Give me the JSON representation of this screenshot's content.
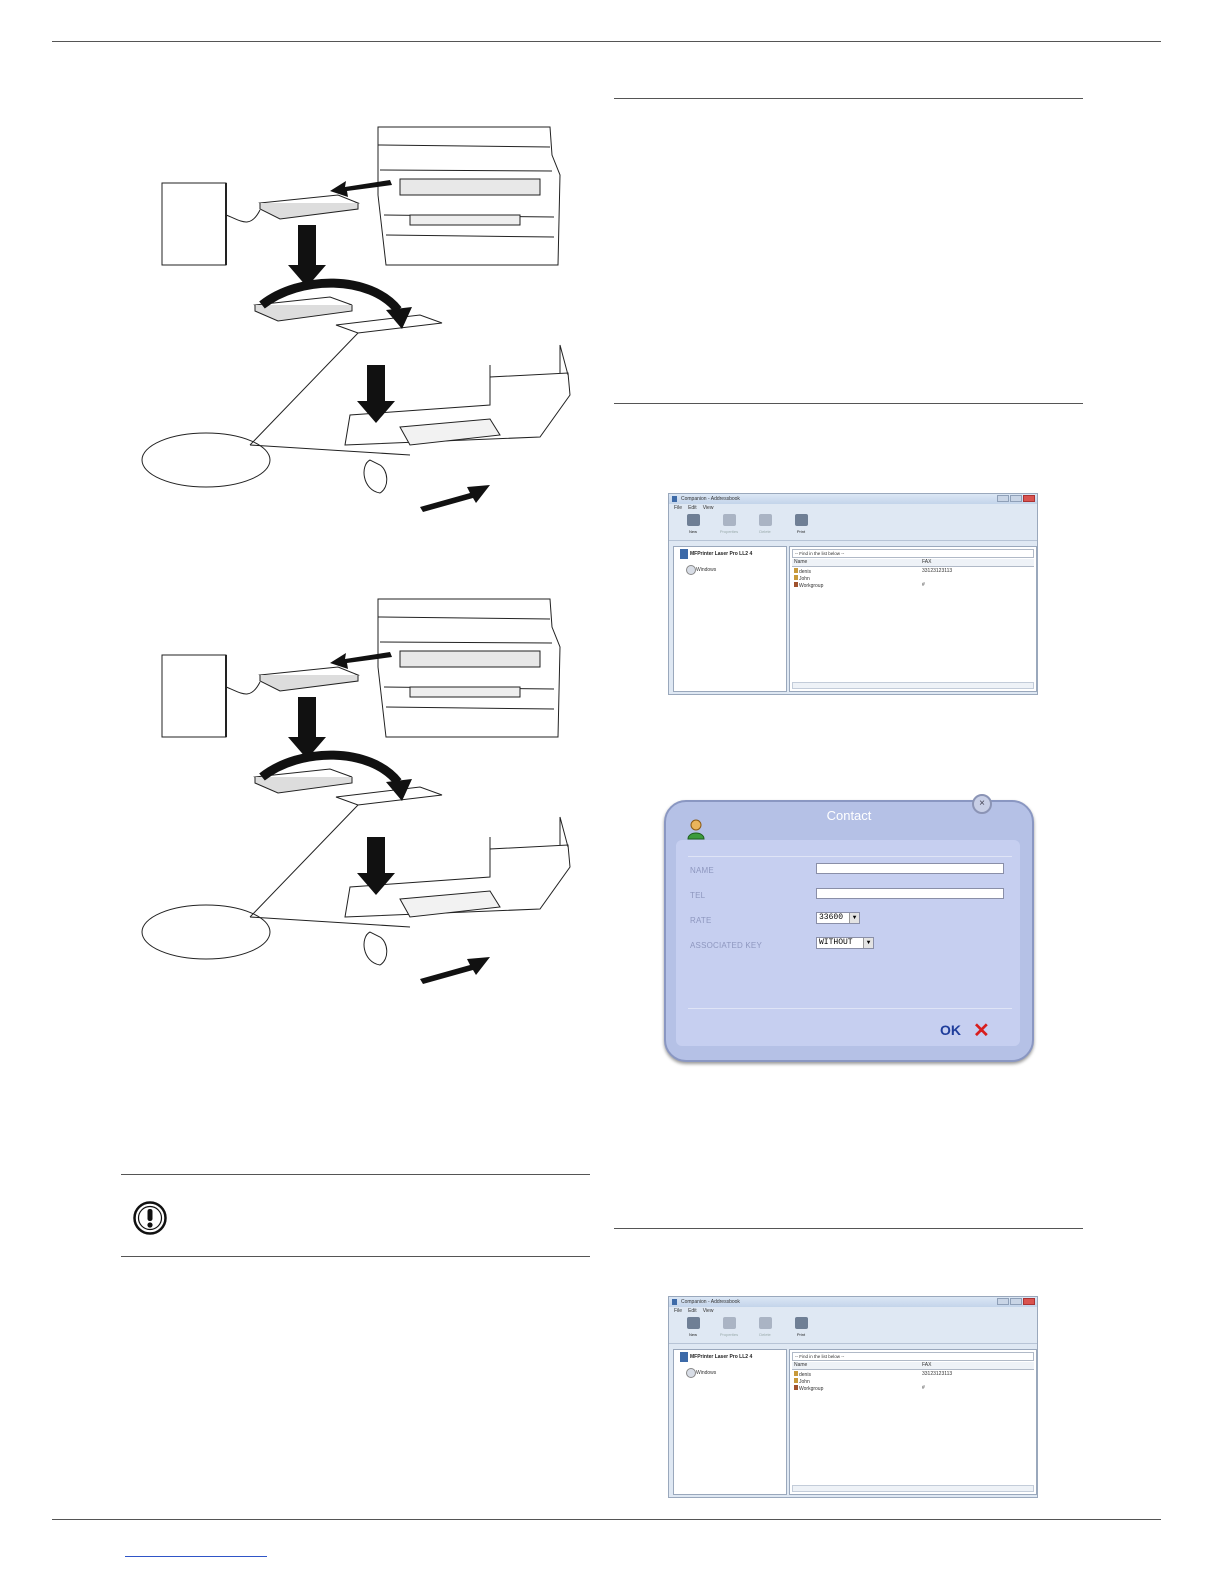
{
  "addressbook_window": {
    "title": "Companion - Addressbook",
    "menu": [
      "File",
      "Edit",
      "View"
    ],
    "toolbar": [
      "New",
      "Properties",
      "Delete",
      "Print"
    ],
    "tree": {
      "device": "MFPrinter Laser Pro LL2 4",
      "windows": "Windows"
    },
    "find_placeholder": "-- Find in the list below --",
    "columns": [
      "Name",
      "FAX"
    ],
    "rows": [
      {
        "name": "denis",
        "fax": "33123123113"
      },
      {
        "name": "John",
        "fax": ""
      },
      {
        "name": "Workgroup",
        "fax": "#"
      }
    ]
  },
  "contact_dialog": {
    "title": "Contact",
    "close": "×",
    "name_label": "NAME",
    "tel_label": "TEL",
    "rate_label": "RATE",
    "rate_value": "33600",
    "key_label": "ASSOCIATED KEY",
    "key_value": "WITHOUT",
    "ok": "OK",
    "cancel": "✕"
  },
  "note_icon": "exclamation-icon"
}
